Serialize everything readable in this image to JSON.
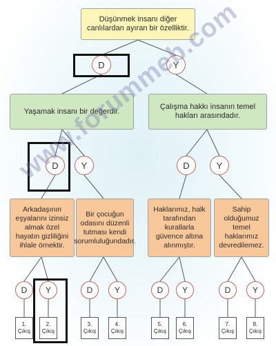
{
  "root": {
    "text": "Düşünmek insanı diğer canlılardan ayıran bir özelliktir."
  },
  "level1": {
    "left_circle": "D",
    "right_circle": "Y"
  },
  "level2": {
    "left": {
      "text": "Yaşamak insanı bir değerdir."
    },
    "right": {
      "text": "Çalışma hakkı insanın temel hakları arasındadır."
    }
  },
  "level3_circles": [
    "D",
    "Y",
    "D",
    "Y"
  ],
  "level4": [
    {
      "text": "Arkadaşının eşyalarını izinsiz almak özel hayatın gizliliğini ihlale örnektir."
    },
    {
      "text": "Bir çocuğun odasını düzenli tutması kendi sorumluluğundadır."
    },
    {
      "text": "Haklarımız, halk tarafından kurallarla güvence altına alınmıştır."
    },
    {
      "text": "Sahip olduğumuz temel haklarımız devredilemez."
    }
  ],
  "level5_circles": [
    "D",
    "Y",
    "D",
    "Y",
    "D",
    "Y",
    "D",
    "Y"
  ],
  "exits": [
    {
      "number": "1.",
      "label": "Çıkış"
    },
    {
      "number": "2.",
      "label": "Çıkış"
    },
    {
      "number": "3.",
      "label": "Çıkış"
    },
    {
      "number": "4.",
      "label": "Çıkış"
    },
    {
      "number": "5.",
      "label": "Çıkış"
    },
    {
      "number": "6.",
      "label": "Çıkış"
    },
    {
      "number": "7.",
      "label": "Çıkış"
    },
    {
      "number": "8.",
      "label": "Çıkış"
    }
  ],
  "watermark": "www.forummeb.com",
  "colors": {
    "root_box": "#fdf6b8",
    "level2_box": "#cfe8c2",
    "level4_box": "#f9c89a",
    "circle_border": "#c0645c",
    "highlight": "#111111"
  }
}
